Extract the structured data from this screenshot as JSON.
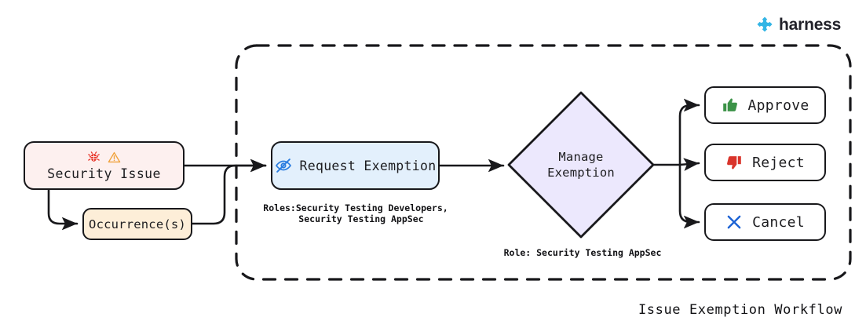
{
  "brand": {
    "name": "harness",
    "logo_icon": "harness-diamond-logo",
    "accent_color": "#33b5e5"
  },
  "diagram": {
    "title": "Issue Exemption Workflow",
    "boundary": {
      "style": "dashed",
      "color": "#18181b"
    },
    "nodes": {
      "security_issue": {
        "label": "Security Issue",
        "icons": [
          "bug-icon",
          "warning-triangle-icon"
        ],
        "fill": "#fdf0ef",
        "stroke": "#18181b"
      },
      "occurrence": {
        "label": "Occurrence(s)",
        "fill": "#fdeed8",
        "stroke": "#18181b"
      },
      "request_exemption": {
        "label": "Request Exemption",
        "icon": "eye-slash-icon",
        "icon_color": "#2b7de0",
        "fill": "#e3f0fc",
        "stroke": "#18181b"
      },
      "manage_exemption": {
        "label_line1": "Manage",
        "label_line2": "Exemption",
        "shape": "diamond",
        "fill": "#ece8fd",
        "stroke": "#18181b"
      },
      "approve": {
        "label": "Approve",
        "icon": "thumbs-up-icon",
        "icon_color": "#3c9348",
        "fill": "#ffffff"
      },
      "reject": {
        "label": "Reject",
        "icon": "thumbs-down-icon",
        "icon_color": "#d9342b",
        "fill": "#ffffff"
      },
      "cancel": {
        "label": "Cancel",
        "icon": "x-close-icon",
        "icon_color": "#1b62d4",
        "fill": "#ffffff"
      }
    },
    "annotations": {
      "request_roles": "Roles:Security Testing Developers,\n  Security Testing AppSec",
      "manage_role": "Role: Security Testing AppSec"
    }
  }
}
